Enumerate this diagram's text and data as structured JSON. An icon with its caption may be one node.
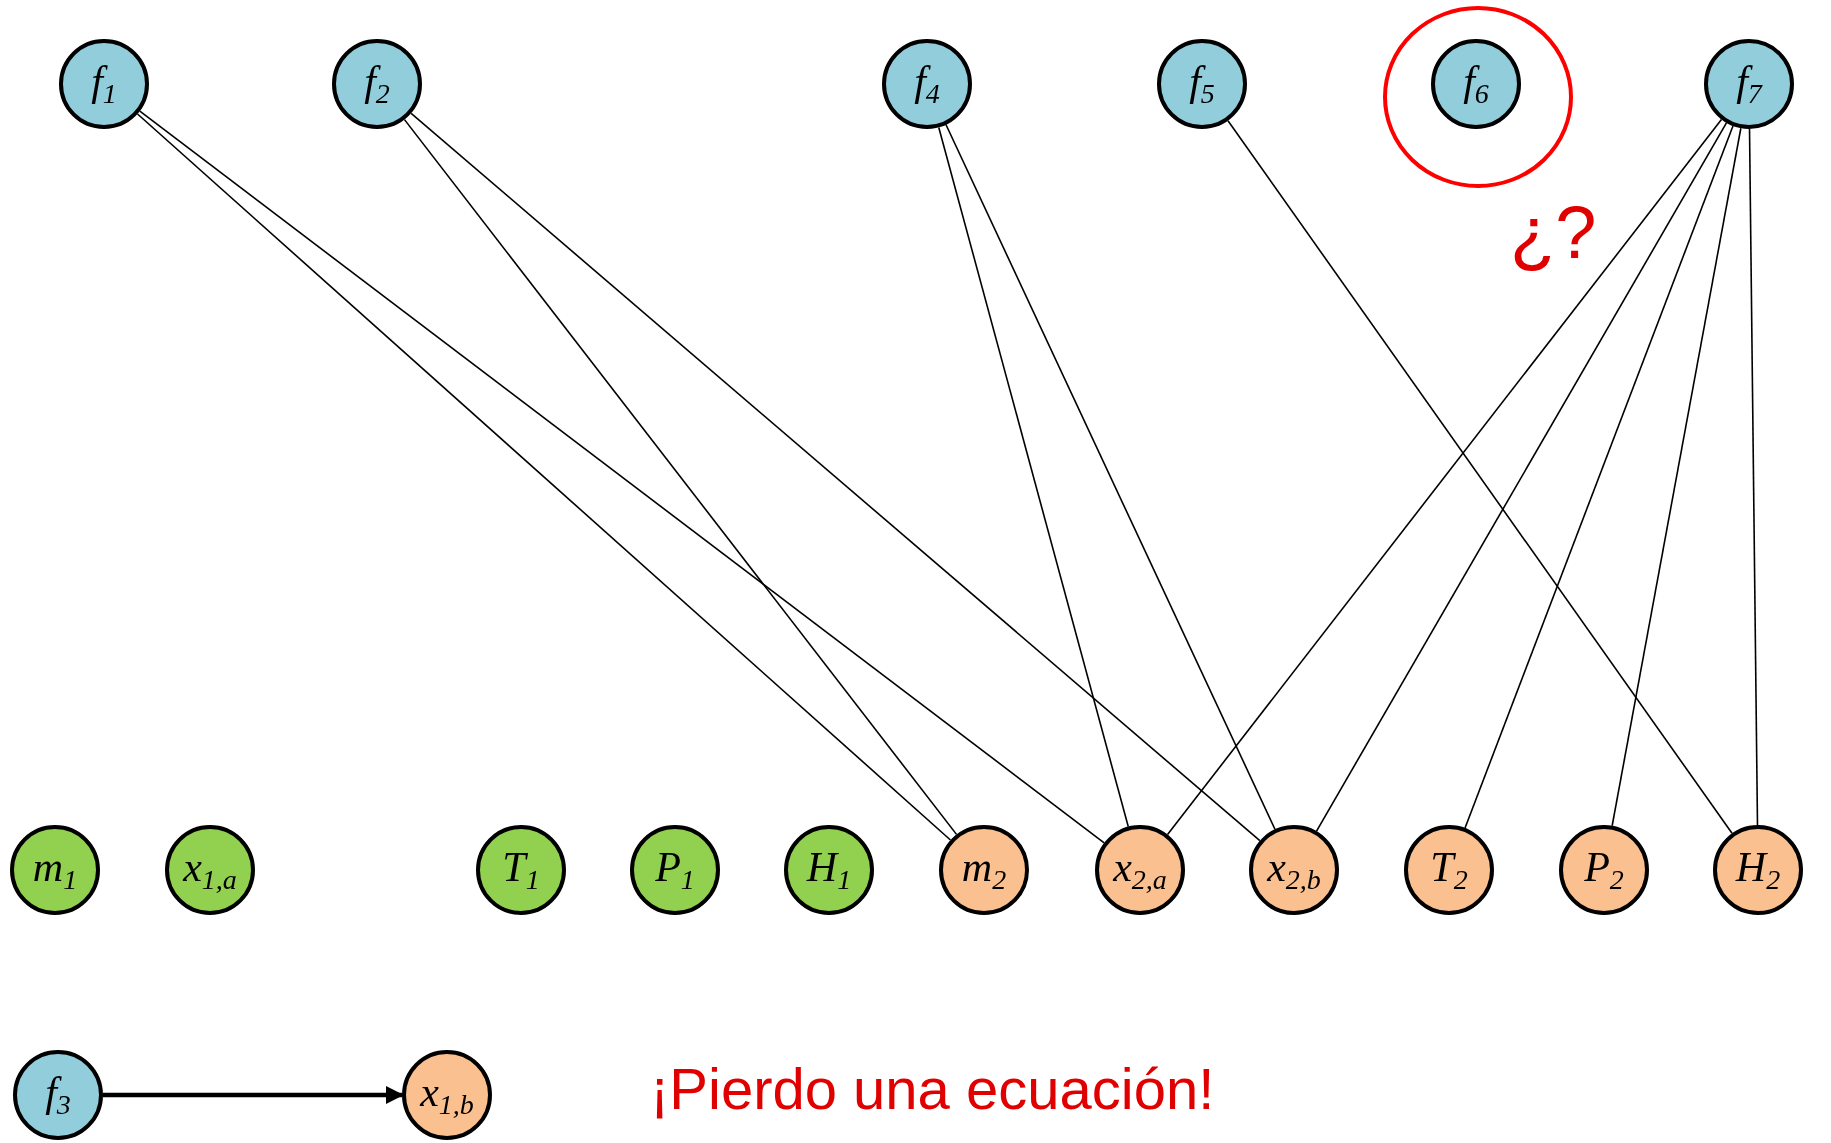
{
  "diagram": {
    "nodes": [
      {
        "text": [
          "f$_{1}$"
        ]
      },
      {
        "text": [
          "f$_{2}$"
        ]
      },
      {
        "text": [
          "f$_{4}$"
        ]
      },
      {
        "text": [
          "f$_{5}$"
        ]
      },
      {
        "text": [
          "f$_{6}$"
        ]
      },
      {
        "text": [
          "f$_{7}$"
        ]
      },
      {
        "text": [
          "m$_{1}$"
        ]
      },
      {
        "text": [
          "x$_{1,a}$"
        ]
      },
      {
        "text": [
          "T$_{1}$"
        ]
      },
      {
        "text": [
          "P$_{1}$"
        ]
      },
      {
        "text": [
          "H$_{1}$"
        ]
      },
      {
        "text": [
          "m$_{2}$"
        ]
      },
      {
        "text": [
          "x$_{2,a}$"
        ]
      },
      {
        "text": [
          "x$_{2,b}$"
        ]
      },
      {
        "text": [
          "T$_{2}$"
        ]
      },
      {
        "text": [
          "P$_{2}$"
        ]
      },
      {
        "text": [
          "H$_{2}$"
        ]
      },
      {
        "text": [
          "f$_{3}$"
        ]
      },
      {
        "text": [
          "x$_{1,b}$"
        ]
      }
    ],
    "edges": [
      {
        "from": 0,
        "to": 11,
        "arrow": "none"
      },
      {
        "from": 0,
        "to": 12,
        "arrow": "none"
      },
      {
        "from": 1,
        "to": 11,
        "arrow": "none"
      },
      {
        "from": 1,
        "to": 13,
        "arrow": "none"
      },
      {
        "from": 2,
        "to": 12,
        "arrow": "none"
      },
      {
        "from": 2,
        "to": 13,
        "arrow": "none"
      },
      {
        "from": 3,
        "to": 16,
        "arrow": "none"
      },
      {
        "from": 5,
        "to": 12,
        "arrow": "none"
      },
      {
        "from": 5,
        "to": 13,
        "arrow": "none"
      },
      {
        "from": 5,
        "to": 14,
        "arrow": "none"
      },
      {
        "from": 5,
        "to": 15,
        "arrow": "none"
      },
      {
        "from": 5,
        "to": 16,
        "arrow": "none"
      },
      {
        "from": 17,
        "to": 18,
        "arrow": "to",
        "style": "thick"
      }
    ],
    "labels": [
      "¿?",
      "¡Pierdo una ecuación!"
    ]
  }
}
